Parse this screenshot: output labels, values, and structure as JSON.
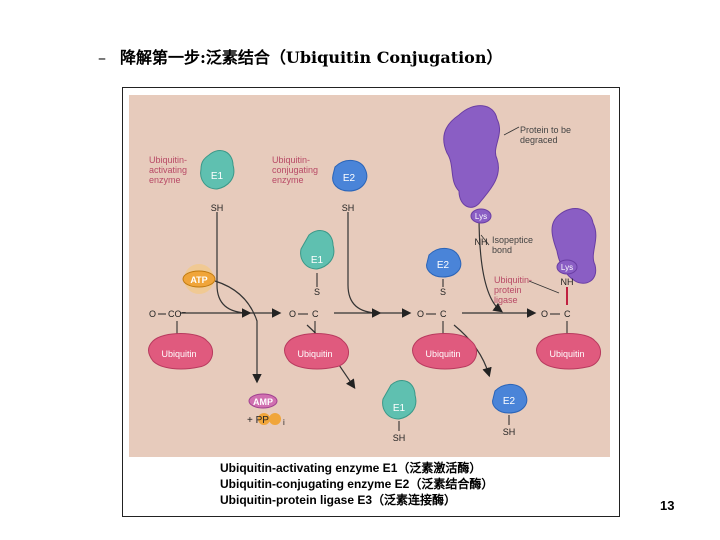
{
  "heading": {
    "dash": "–",
    "text": "降解第一步:泛素结合（Ubiquitin Conjugation）"
  },
  "figure": {
    "labels": {
      "e1_desc": [
        "Ubiquitin-",
        "activating",
        "enzyme"
      ],
      "e2_desc": [
        "Ubiquitin-",
        "conjugating",
        "enzyme"
      ],
      "protein_desc": [
        "Protein to be",
        "degraced"
      ],
      "isopeptide": [
        "Isopeptice",
        "bond"
      ],
      "e3_desc": [
        "Ubiquitin-",
        "protein",
        "ligase"
      ],
      "e1": "E1",
      "e2": "E2",
      "sh": "SH",
      "s": "S",
      "c": "C",
      "o": "O",
      "co_minus": "CO⁻",
      "nh": "NH",
      "lys": "Lys",
      "atp": "ATP",
      "amp": "AMP",
      "ppi": "+ PP",
      "ppi_sub": "i",
      "ubiquitin": "Ubiquitin"
    }
  },
  "caption": {
    "line1": "Ubiquitin-activating enzyme E1（泛素激活酶）",
    "line2": "Ubiquitin-conjugating enzyme E2（泛素结合酶）",
    "line3": "Ubiquitin-protein ligase E3（泛素连接酶）"
  },
  "page_number": "13",
  "colors": {
    "background": "#e7cbbc",
    "ubiquitin": "#e05a7e",
    "e1": "#5fc0b0",
    "e2": "#4a84d8",
    "protein": "#8a5ec4",
    "atp": "#f0a53a",
    "amp": "#d070b0"
  }
}
